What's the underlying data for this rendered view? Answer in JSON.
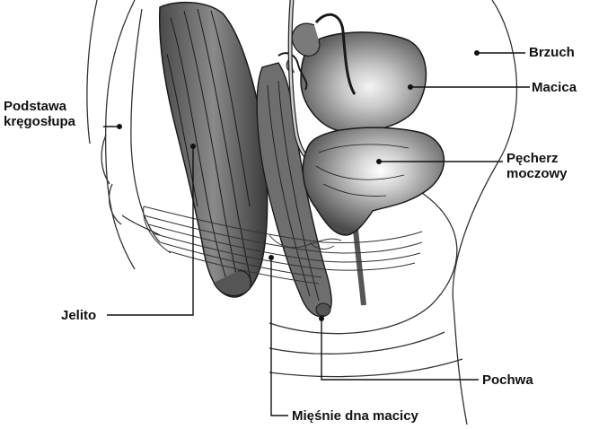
{
  "figure": {
    "labels": {
      "brzuch": "Brzuch",
      "macica": "Macica",
      "pecherz_line1": "Pęcherz",
      "pecherz_line2": "moczowy",
      "podstawa_line1": "Podstawa",
      "podstawa_line2": "kręgosłupa",
      "jelito": "Jelito",
      "pochwa": "Pochwa",
      "miesnie": "Mięśnie dna macicy"
    },
    "colors": {
      "organ_fill": "#7a7a7a",
      "organ_dark": "#2a2a2a",
      "outline": "#222222",
      "label_text": "#111111"
    }
  }
}
